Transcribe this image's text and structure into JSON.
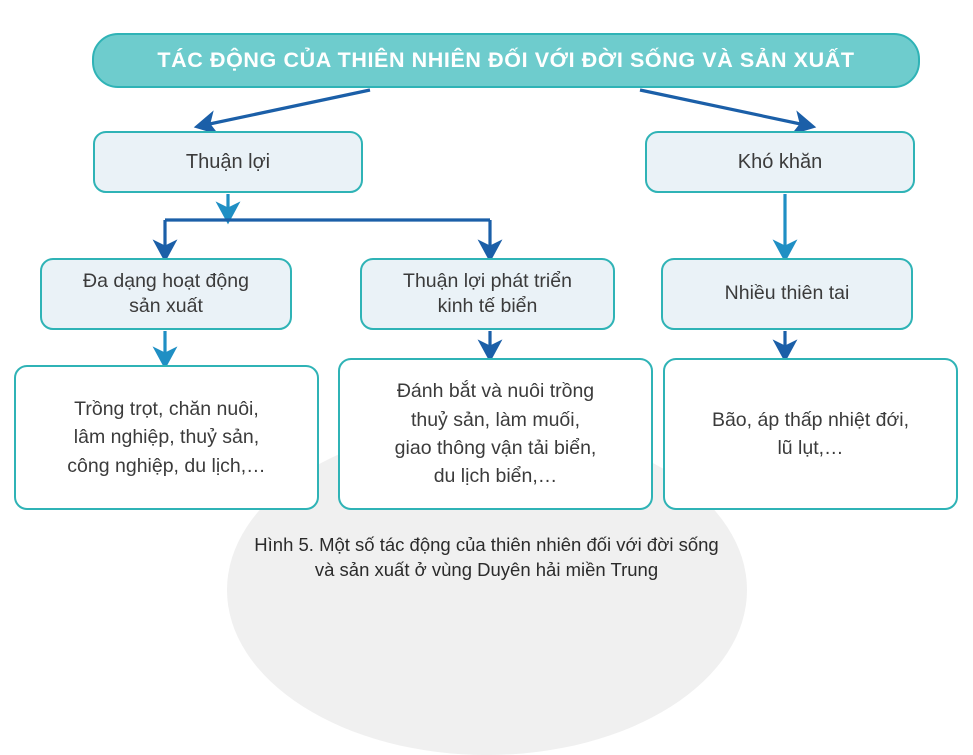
{
  "colors": {
    "banner_fill": "#6ecccd",
    "box_border": "#2fb3b6",
    "box_fill": "#eaf2f7",
    "leaf_fill": "#ffffff",
    "arrow": "#1b5fa8",
    "arrow_light": "#1f8fc4",
    "text": "#3b3b3b",
    "banner_text": "#ffffff"
  },
  "diagram": {
    "type": "hierarchy-tree",
    "title": "TÁC ĐỘNG CỦA THIÊN NHIÊN ĐỐI VỚI ĐỜI SỐNG VÀ SẢN XUẤT",
    "level2": {
      "left": "Thuận lợi",
      "right": "Khó khăn"
    },
    "level3": {
      "a": "Đa dạng hoạt động\nsản xuất",
      "b": "Thuận lợi phát triển\nkinh tế biển",
      "c": "Nhiều thiên tai"
    },
    "level4": {
      "a": "Trồng trọt, chăn nuôi,\nlâm nghiệp, thuỷ sản,\ncông nghiệp, du lịch,…",
      "b": "Đánh bắt và nuôi trồng\nthuỷ sản, làm muối,\ngiao thông vận tải biển,\ndu lịch biển,…",
      "c": "Bão, áp thấp nhiệt đới,\nlũ lụt,…"
    }
  },
  "caption": "Hình 5. Một số tác động của thiên nhiên đối với đời sống\nvà sản xuất ở vùng Duyên hải miền Trung"
}
